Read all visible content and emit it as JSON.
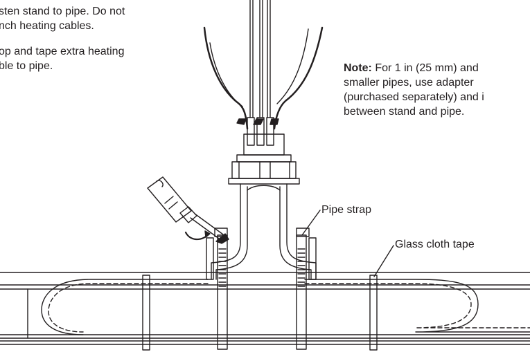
{
  "instructions": {
    "step_fasten": "sten stand to pipe. Do not\nnch heating cables.",
    "step_loop": "op and tape extra heating\nble to pipe."
  },
  "note": {
    "label": "Note:",
    "body": " For 1 in (25 mm) and\nsmaller pipes, use adapter\n(purchased separately) and i\nbetween stand and pipe."
  },
  "callouts": {
    "pipe_strap": "Pipe strap",
    "glass_cloth_tape": "Glass cloth tape"
  }
}
